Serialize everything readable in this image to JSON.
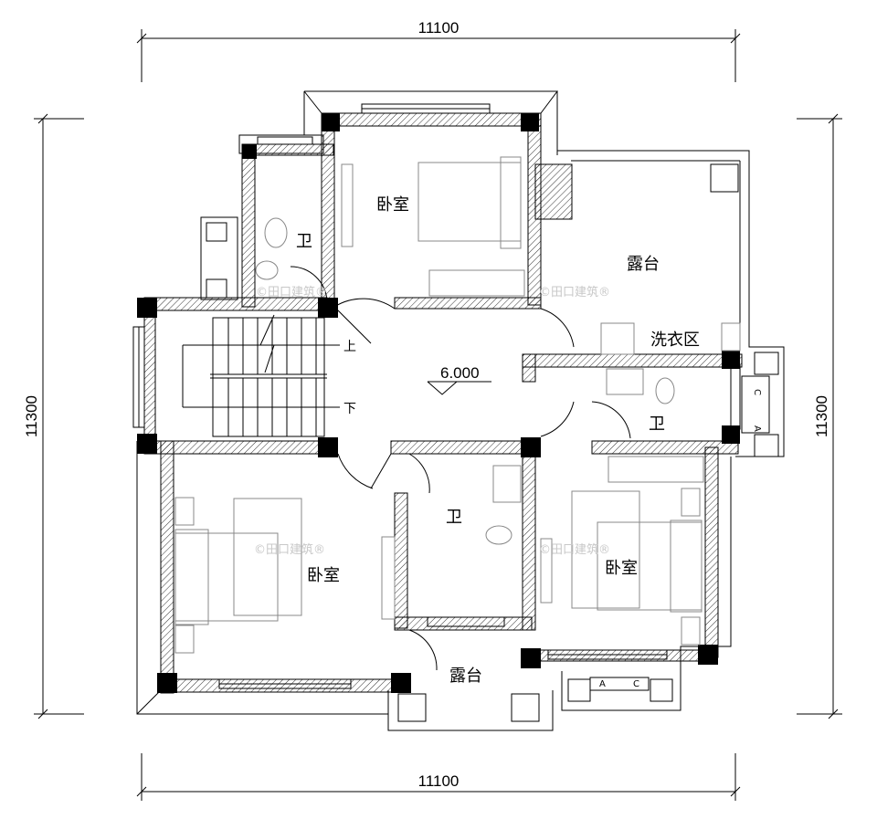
{
  "dimensions": {
    "top": "11100",
    "bottom": "11100",
    "left": "11300",
    "right": "11300"
  },
  "rooms": {
    "bedroom_top": "卧室",
    "bath_top_left": "卫",
    "terrace_right": "露台",
    "laundry": "洗衣区",
    "bath_right": "卫",
    "bath_center": "卫",
    "bedroom_left": "卧室",
    "bedroom_right": "卧室",
    "terrace_bottom": "露台"
  },
  "stair": {
    "up": "上",
    "down": "下"
  },
  "elevation": "6.000",
  "window_marks": {
    "right_side": [
      "A",
      "C"
    ],
    "bottom_right": [
      "A",
      "C"
    ]
  },
  "watermark": "©田口建筑®",
  "colors": {
    "wall_line": "#000000",
    "column": "#000000",
    "watermark": "#c8c8c8"
  }
}
